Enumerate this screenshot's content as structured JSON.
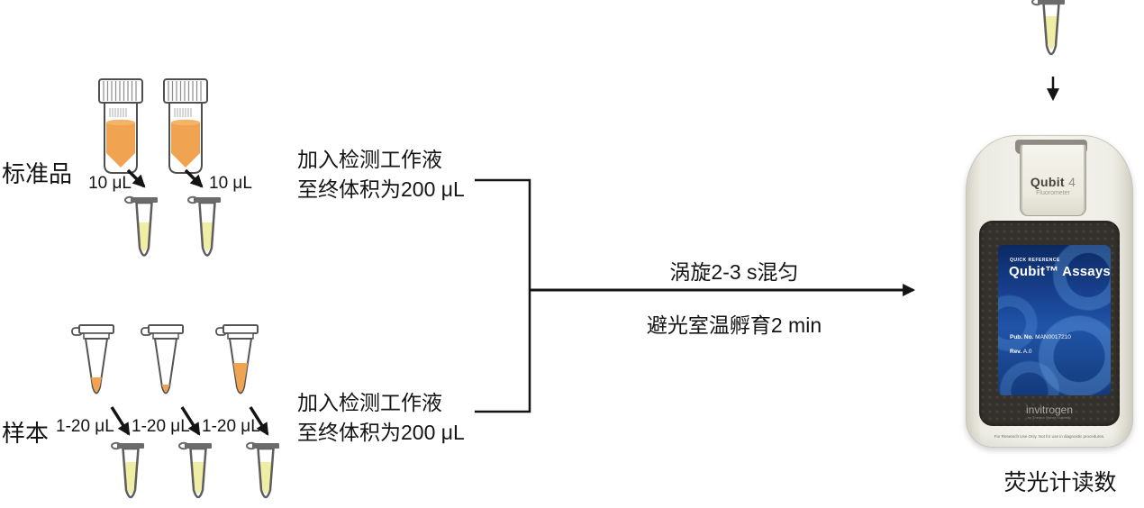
{
  "colors": {
    "reagent_orange": "#F0A452",
    "assay_yellow": "#F0EDA4",
    "screen_blue_top": "#0C2A63",
    "screen_blue_mid": "#1E4FA3",
    "device_body": "#F0EFE7",
    "panel_dark": "#34302B",
    "line_black": "#141414"
  },
  "standards": {
    "label": "标准品",
    "transfer_volumes": [
      "10 μL",
      "10 μL"
    ]
  },
  "samples": {
    "label": "样本",
    "transfer_volumes": [
      "1-20 μL",
      "1-20 μL",
      "1-20 μL"
    ]
  },
  "steps": {
    "add_top": {
      "line1": "加入检测工作液",
      "line2": "至终体积为200 μL"
    },
    "add_bottom": {
      "line1": "加入检测工作液",
      "line2": "至终体积为200 μL"
    },
    "vortex": "涡旋2-3 s混匀",
    "incubate": "避光室温孵育2 min",
    "readout": "荧光计读数"
  },
  "device": {
    "model_name": "Qubit",
    "model_number": "4",
    "model_sub": "Fluorometer",
    "screen": {
      "eyebrow": "QUICK REFERENCE",
      "title": "Qubit™ Assays",
      "pub_label": "Pub. No.",
      "pub_value": "MAN0017210",
      "rev_label": "Rev.",
      "rev_value": "A.0"
    },
    "brand": "invitrogen",
    "brand_sub": "by Thermo Fisher Scientific",
    "disclaimer": "For Research Use Only. Not for use in diagnostic procedures."
  }
}
